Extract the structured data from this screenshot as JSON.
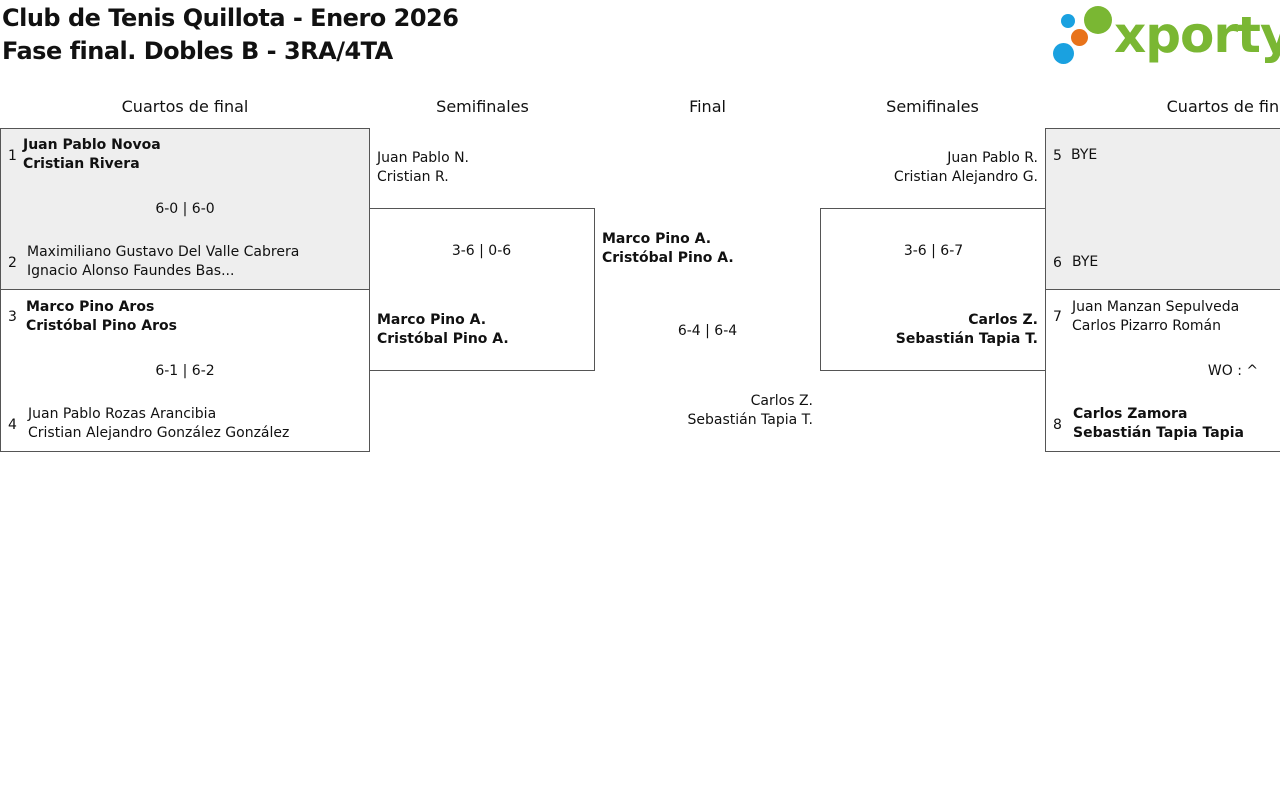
{
  "header": {
    "title": "Club de Tenis Quillota - Enero 2026",
    "subtitle": "Fase final. Dobles B - 3RA/4TA",
    "logo_text": "xporty",
    "logo_colors": {
      "text": "#7ab733",
      "dot_blue": "#1aa1e0",
      "dot_orange": "#e8731a",
      "dot_green": "#7ab733"
    }
  },
  "rounds": {
    "left_qf": "Cuartos de final",
    "left_sf": "Semifinales",
    "final": "Final",
    "right_sf": "Semifinales",
    "right_qf": "Cuartos de final"
  },
  "left_qf": {
    "m1": {
      "seed_a": "1",
      "a1": "Juan Pablo Novoa",
      "a2": "Cristian Rivera",
      "score": "6-0 | 6-0",
      "seed_b": "2",
      "b1": "Maximiliano Gustavo Del Valle Cabrera",
      "b2": "Ignacio Alonso Faundes Bas..."
    },
    "m2": {
      "seed_a": "3",
      "a1": "Marco Pino Aros",
      "a2": "Cristóbal Pino Aros",
      "score": "6-1 | 6-2",
      "seed_b": "4",
      "b1": "Juan Pablo Rozas Arancibia",
      "b2": "Cristian Alejandro González González"
    }
  },
  "left_sf": {
    "top1": "Juan Pablo N.",
    "top2": "Cristian R.",
    "score": "3-6 | 0-6",
    "bot1": "Marco Pino A.",
    "bot2": "Cristóbal Pino A."
  },
  "final": {
    "top1": "Marco Pino A.",
    "top2": "Cristóbal Pino A.",
    "score": "6-4 | 6-4",
    "bot1": "Carlos Z.",
    "bot2": "Sebastián Tapia T."
  },
  "right_sf": {
    "top1": "Juan Pablo R.",
    "top2": "Cristian Alejandro G.",
    "score": "3-6 | 6-7",
    "bot1": "Carlos Z.",
    "bot2": "Sebastián Tapia T."
  },
  "right_qf": {
    "m1": {
      "seed_a": "5",
      "a1": "BYE",
      "seed_b": "6",
      "b1": "BYE"
    },
    "m2": {
      "seed_a": "7",
      "a1": "Juan Manzan Sepulveda",
      "a2": "Carlos Pizarro Román",
      "score": "WO : ^",
      "seed_b": "8",
      "b1": "Carlos Zamora",
      "b2": "Sebastián Tapia Tapia"
    }
  }
}
